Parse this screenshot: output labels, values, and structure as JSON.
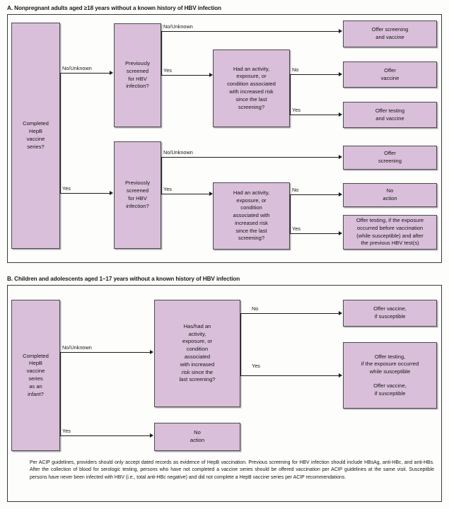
{
  "meta": {
    "accent_box_fill": "#d9bfd9",
    "box_border": "#4a4a4a",
    "panel_border": "#3a3a3a",
    "page_background": "#fdfdfb"
  },
  "panel_a": {
    "title": "A. Nonpregnant adults aged ≥18 years without a known history of HBV infection",
    "start_box": "Completed\nHepB\nvaccine\nseries?",
    "start_box_lines": [
      "Completed",
      "HepB",
      "vaccine",
      "series?"
    ],
    "branch_labels": {
      "to_top_decision": "No/Unknown",
      "to_bottom_decision": "Yes"
    },
    "decision_top": {
      "lines": [
        "Previously",
        "screened",
        "for HBV",
        "infection?"
      ],
      "out_no": "No/Unknown",
      "out_yes": "Yes"
    },
    "decision_bottom": {
      "lines": [
        "Previously",
        "screened",
        "for HBV",
        "infection?"
      ],
      "out_no": "No/Unknown",
      "out_yes": "Yes"
    },
    "risk_top": {
      "lines": [
        "Had an activity,",
        "exposure, or",
        "condition associated",
        "with increased risk",
        "since the last",
        "screening?"
      ],
      "out_no": "No",
      "out_yes": "Yes"
    },
    "risk_bottom": {
      "lines": [
        "Had an activity,",
        "exposure, or",
        "condition",
        "associated with",
        "increased risk",
        "since the last",
        "screening?"
      ],
      "out_no": "No",
      "out_yes": "Yes"
    },
    "outcomes": [
      {
        "id": "offer-screening-and-vaccine",
        "lines": [
          "Offer screening",
          "and vaccine"
        ]
      },
      {
        "id": "offer-vaccine",
        "lines": [
          "Offer",
          "vaccine"
        ]
      },
      {
        "id": "offer-testing-and-vaccine",
        "lines": [
          "Offer testing",
          "and vaccine"
        ]
      },
      {
        "id": "offer-screening",
        "lines": [
          "Offer",
          "screening"
        ]
      },
      {
        "id": "no-action",
        "lines": [
          "No",
          "action"
        ]
      },
      {
        "id": "offer-testing-if-exposure",
        "lines": [
          "Offer testing, if the exposure",
          "occurred before vaccination",
          "(while susceptible) and after",
          "the previous HBV test(s)"
        ]
      }
    ]
  },
  "panel_b": {
    "title": "B. Children and adolescents aged 1–17 years without a known history of HBV infection",
    "start_box_lines": [
      "Completed",
      "HepB",
      "vaccine",
      "series",
      "as an",
      "infant?"
    ],
    "branch_labels": {
      "to_risk": "No/Unknown",
      "to_no_action": "Yes"
    },
    "risk": {
      "lines": [
        "Has/had an",
        "activity,",
        "exposure, or",
        "condition",
        "associated",
        "with increased",
        "risk since the",
        "last screening?"
      ],
      "out_no": "No",
      "out_yes": "Yes"
    },
    "outcomes": [
      {
        "id": "offer-vaccine-if-susceptible",
        "lines": [
          "Offer vaccine,",
          "if susceptible"
        ]
      },
      {
        "id": "offer-testing-if-exposure-while-susceptible",
        "lines": [
          "Offer testing,",
          "if the exposure occurred",
          "while susceptible",
          "",
          "Offer vaccine,",
          "if susceptible"
        ]
      },
      {
        "id": "no-action-b",
        "lines": [
          "No",
          "action"
        ]
      }
    ],
    "footnote": "Per ACIP guidelines, providers should only accept dated records as evidence of HepB vaccination. Previous screening for HBV infection should include HBsAg, anti-HBc, and anti-HBs. After the collection of blood for serologic testing, persons who have not completed a vaccine series should be offered vaccination per ACIP guidelines at the same visit. Susceptible persons have never been infected with HBV (i.e., total anti-HBc negative) and did not complete a HepB vaccine series per ACIP recommendations."
  }
}
